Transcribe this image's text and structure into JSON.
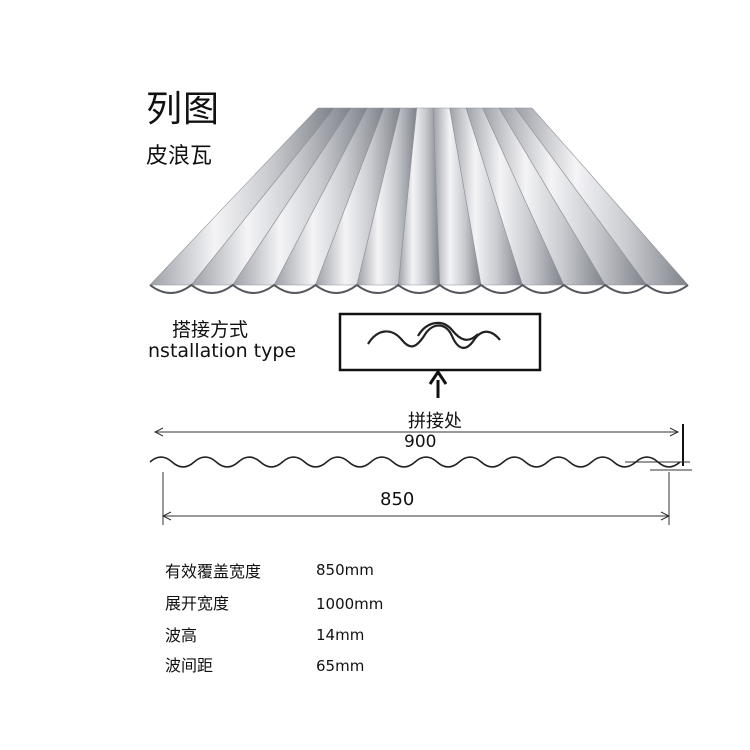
{
  "title": "列图",
  "subtitle": "皮浪瓦",
  "installation": {
    "label_zh": "搭接方式",
    "label_en": "nstallation type"
  },
  "lap_joint_label": "拼接处",
  "dimensions": {
    "total_width": "900",
    "effective_width": "850"
  },
  "specs": [
    {
      "label": "有效覆盖宽度",
      "value": "850mm"
    },
    {
      "label": "展开宽度",
      "value": "1000mm"
    },
    {
      "label": "波高",
      "value": "14mm"
    },
    {
      "label": "波间距",
      "value": "65mm"
    }
  ],
  "colors": {
    "sheet_light": "#f2f2f4",
    "sheet_dark": "#8a8d94",
    "line": "#222222"
  }
}
